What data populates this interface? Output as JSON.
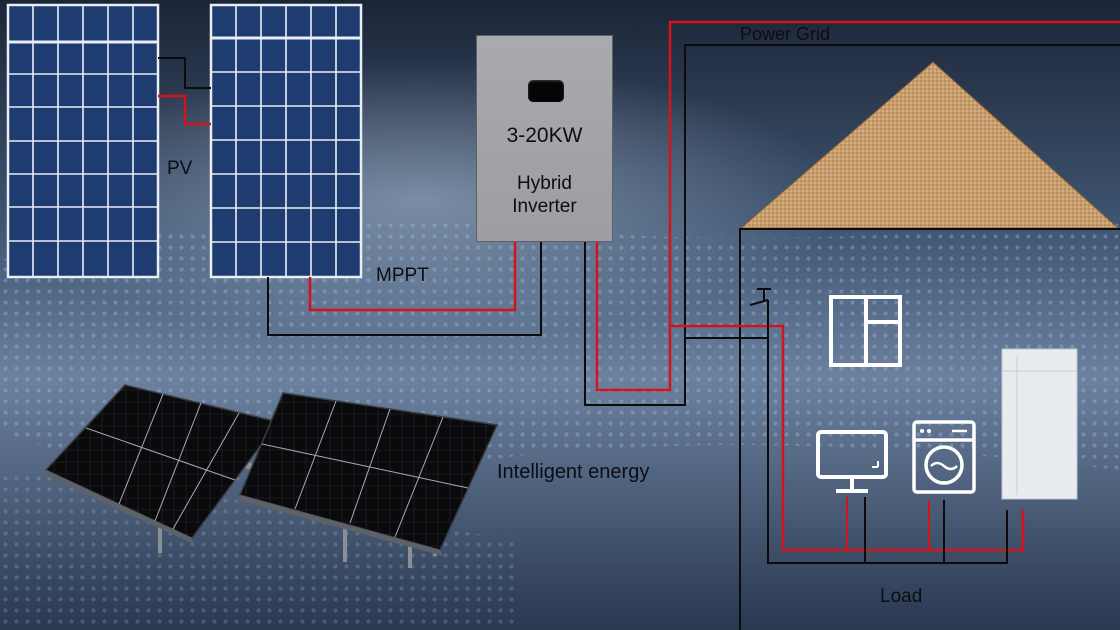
{
  "labels": {
    "power_grid": "Power Grid",
    "pv": "PV",
    "mppt": "MPPT",
    "intelligent_energy": "Intelligent energy",
    "load": "Load"
  },
  "inverter": {
    "power": "3-20KW",
    "name": "Hybrid\nInverter"
  },
  "colors": {
    "background_dark": "#1f2b40",
    "background_light": "#8fa3bd",
    "panel_blue": "#1e3c70",
    "panel_grid": "#e9eef5",
    "roof": "#c69c6d",
    "wire_positive": "#d4141b",
    "wire_negative": "#0c0c0c",
    "inverter": "#a3a5aa",
    "appliance_white": "#ffffff"
  },
  "icons": [
    "window-icon",
    "monitor-icon",
    "washing-machine-icon",
    "refrigerator-icon",
    "switch-icon"
  ]
}
